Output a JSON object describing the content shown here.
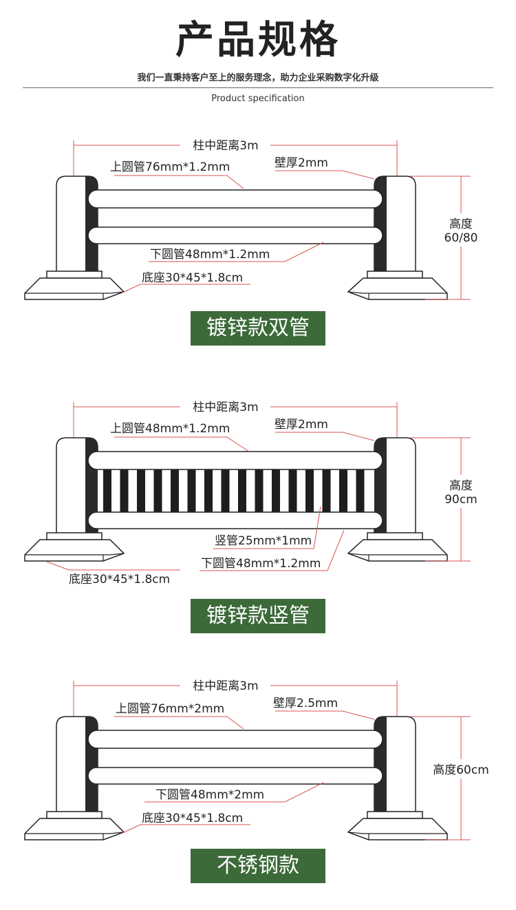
{
  "header": {
    "title": "产品规格",
    "slogan": "我们一直秉持客户至上的服务理念，助力企业采购数字化升级",
    "subtitle_en": "Product specification"
  },
  "colors": {
    "badge_green": "#3c6a39",
    "annotation_red": "#d9534f",
    "post_dark": "#2b2b2b"
  },
  "models": [
    {
      "name": "镀锌款双管",
      "span": "柱中距离3m",
      "upper_tube": "上圆管76mm*1.2mm",
      "wall": "壁厚2mm",
      "lower_tube": "下圆管48mm*1.2mm",
      "base": "底座30*45*1.8cm",
      "height_line1": "高度",
      "height_line2": "60/80"
    },
    {
      "name": "镀锌款竖管",
      "span": "柱中距离3m",
      "upper_tube": "上圆管48mm*1.2mm",
      "wall": "壁厚2mm",
      "vertical_tube": "竖管25mm*1mm",
      "lower_tube": "下圆管48mm*1.2mm",
      "base": "底座30*45*1.8cm",
      "height_line1": "高度",
      "height_line2": "90cm"
    },
    {
      "name": "不锈钢款",
      "span": "柱中距离3m",
      "upper_tube": "上圆管76mm*2mm",
      "wall": "壁厚2.5mm",
      "lower_tube": "下圆管48mm*2mm",
      "base": "底座30*45*1.8cm",
      "height_line1": "高度60cm"
    }
  ]
}
